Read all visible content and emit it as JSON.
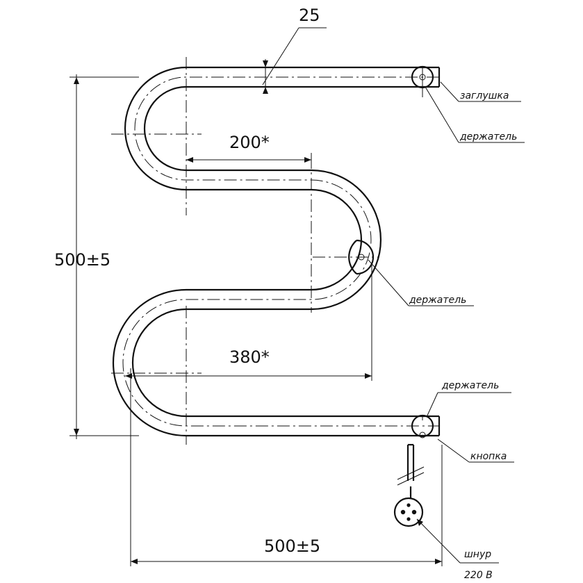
{
  "dimensions": {
    "tube_diameter": "25",
    "inner_width": "200*",
    "outer_width": "380*",
    "height": "500±5",
    "overall_width": "500±5"
  },
  "labels": {
    "plug": "заглушка",
    "holder_top": "держатель",
    "holder_middle": "держатель",
    "holder_bottom": "держатель",
    "button": "кнопка",
    "cord": "шнур",
    "voltage": "220 В"
  }
}
